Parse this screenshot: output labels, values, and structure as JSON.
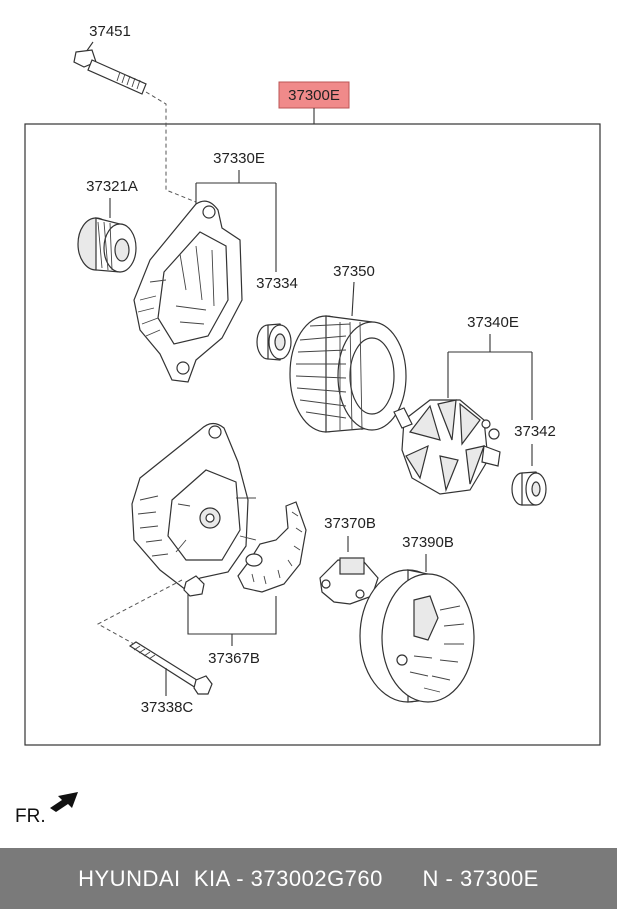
{
  "main_part": {
    "number": "37300E",
    "highlight_color": "#f08a8a"
  },
  "parts": [
    {
      "id": "bolt-top",
      "number": "37451"
    },
    {
      "id": "front-bracket-assy",
      "number": "37330E"
    },
    {
      "id": "pulley",
      "number": "37321A"
    },
    {
      "id": "front-bearing",
      "number": "37334"
    },
    {
      "id": "stator",
      "number": "37350"
    },
    {
      "id": "rotor-assy",
      "number": "37340E"
    },
    {
      "id": "rear-bearing",
      "number": "37342"
    },
    {
      "id": "brush-holder",
      "number": "37370B"
    },
    {
      "id": "rear-cover",
      "number": "37390B"
    },
    {
      "id": "rectifier",
      "number": "37367B"
    },
    {
      "id": "through-bolt",
      "number": "37338C"
    }
  ],
  "direction": {
    "label": "FR."
  },
  "footer": {
    "text": "HYUNDAI  KIA - 373002G760      N - 37300E"
  }
}
